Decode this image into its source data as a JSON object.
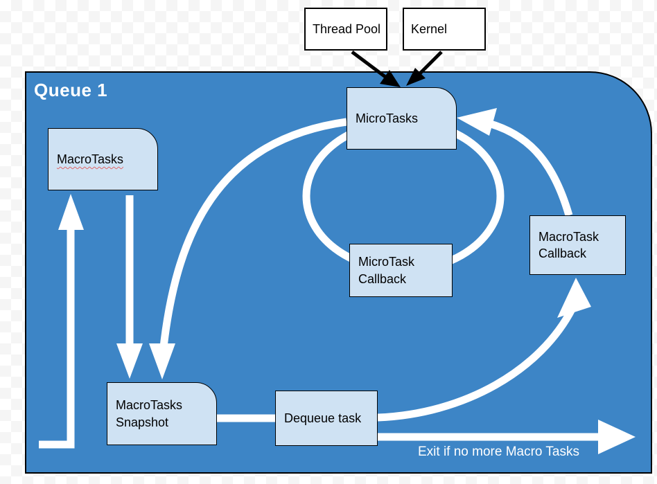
{
  "diagram": {
    "title": "Queue 1",
    "type": "event-loop-flow-diagram"
  },
  "container": {
    "title": "Queue 1"
  },
  "external": {
    "thread_pool": {
      "label": "Thread Pool"
    },
    "kernel": {
      "label": "Kernel"
    }
  },
  "nodes": {
    "macrotasks": {
      "label": "MacroTasks",
      "spellcheck_underline": true
    },
    "microtasks": {
      "label": "MicroTasks"
    },
    "microtask_callback": {
      "label": "MicroTask Callback"
    },
    "macrotask_callback": {
      "label": "MacroTask Callback"
    },
    "macrotasks_snapshot": {
      "label": "MacroTasks Snapshot"
    },
    "dequeue_task": {
      "label": "Dequeue task"
    }
  },
  "annotations": {
    "exit_label": "Exit if no more Macro Tasks"
  },
  "edges": [
    {
      "from": "Thread Pool",
      "to": "MicroTasks",
      "style": "black-arrow"
    },
    {
      "from": "Kernel",
      "to": "MicroTasks",
      "style": "black-arrow"
    },
    {
      "from": "MicroTasks",
      "to": "MicroTask Callback",
      "style": "white-loop-ellipse",
      "bidirectional": true
    },
    {
      "from": "MicroTasks",
      "to": "MacroTasks Snapshot",
      "style": "white-curved-arrow"
    },
    {
      "from": "MacroTasks",
      "to": "MacroTasks Snapshot",
      "style": "white-straight-arrow"
    },
    {
      "from": "bottom-left-return",
      "to": "MacroTasks",
      "style": "white-elbow-arrow"
    },
    {
      "from": "MacroTasks Snapshot",
      "to": "Dequeue task",
      "style": "white-line"
    },
    {
      "from": "Dequeue task",
      "to": "MacroTask Callback",
      "style": "white-curved-arrow"
    },
    {
      "from": "MacroTask Callback",
      "to": "MicroTasks",
      "style": "white-curved-arrow"
    },
    {
      "from": "Dequeue task",
      "to": "exit-right",
      "style": "white-arrow",
      "label": "Exit if no more Macro Tasks"
    }
  ],
  "colors": {
    "container_fill": "#3d85c6",
    "node_fill": "#cfe2f3",
    "node_border": "#000000",
    "external_node_fill": "#ffffff",
    "arrow_white": "#ffffff",
    "arrow_black": "#000000",
    "title_text": "#ffffff",
    "spellcheck_squiggle": "#e06666",
    "canvas_checker": "#f5f5f5"
  }
}
